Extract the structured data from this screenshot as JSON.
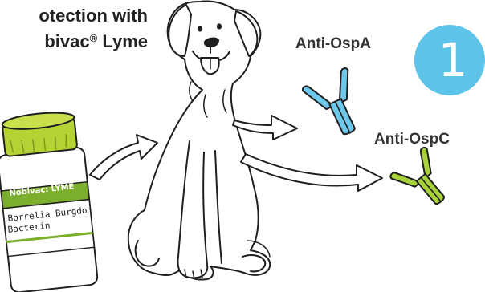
{
  "headline": {
    "line1": "otection with",
    "line2_prefix": "bivac",
    "line2_mark": "®",
    "line2_suffix": " Lyme"
  },
  "labels": {
    "anti_ospa": "Anti-OspA",
    "anti_ospc": "Anti-OspC"
  },
  "badge": {
    "number": "1"
  },
  "vial": {
    "brand": "Nobivac: LYME",
    "line1": "Borrelia Burgdo",
    "line2": "Bacterin"
  },
  "colors": {
    "badge_blue": "#5ec3e8",
    "antibody_a": "#6ec8ec",
    "antibody_c": "#a8d23a",
    "vial_green": "#b5d334",
    "vial_label": "#7cae2e",
    "outline": "#1f1f1f"
  },
  "icons": {
    "dog": "dog-illustration",
    "vial": "vaccine-vial",
    "antibody_a": "y-shaped-antibody",
    "antibody_c": "y-shaped-antibody",
    "arrows": "curved-arrow"
  }
}
